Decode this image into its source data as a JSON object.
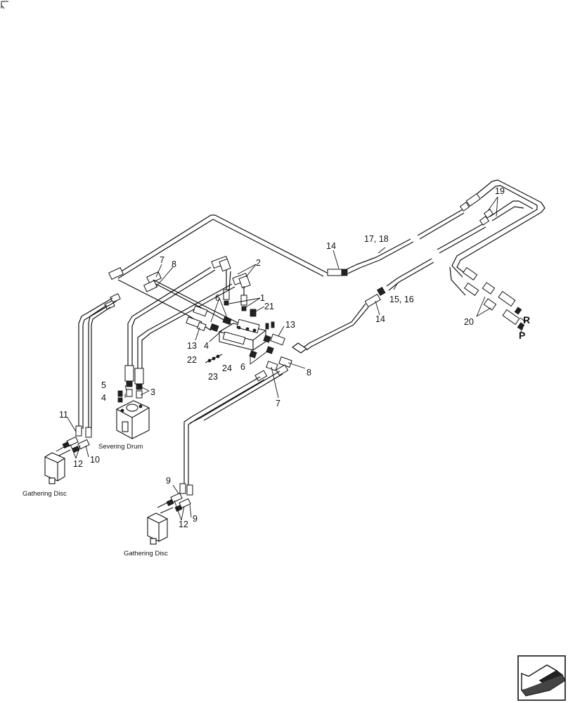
{
  "callouts": {
    "c1": "1",
    "c2": "2",
    "c3": "3",
    "c4a": "4",
    "c4b": "4",
    "c5": "5",
    "c6a": "6",
    "c6b": "6",
    "c7a": "7",
    "c7b": "7",
    "c8a": "8",
    "c8b": "8",
    "c9a": "9",
    "c9b": "9",
    "c10": "10",
    "c11": "11",
    "c12a": "12",
    "c12b": "12",
    "c13a": "13",
    "c13b": "13",
    "c14a": "14",
    "c14b": "14",
    "c15_16": "15, 16",
    "c17_18": "17, 18",
    "c19": "19",
    "c20": "20",
    "c21": "21",
    "c22": "22",
    "c23": "23",
    "c24": "24"
  },
  "components": {
    "severing_drum": "Severing Drum",
    "gathering_disc_upper": "Gathering Disc",
    "gathering_disc_lower": "Gathering Disc"
  },
  "ports": {
    "return": "R",
    "pressure": "P"
  },
  "nav_icon": "next-page-arrow-icon"
}
